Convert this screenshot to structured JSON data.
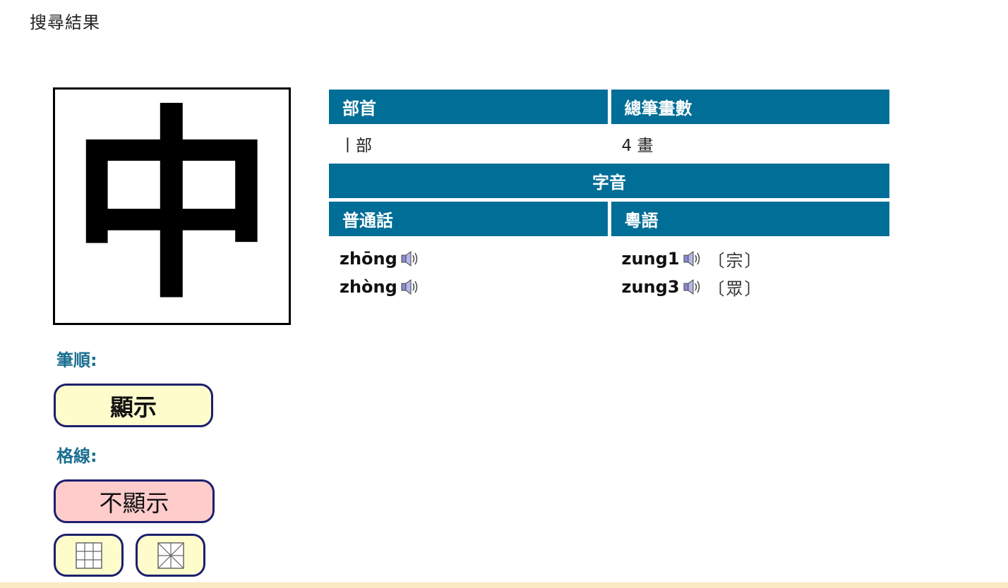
{
  "page": {
    "title": "搜尋結果",
    "accent_color": "#006e96",
    "label_color": "#1a6f90"
  },
  "character": {
    "glyph": "中"
  },
  "controls": {
    "stroke_order_label": "筆順:",
    "show_button_label": "顯示",
    "grid_label": "格線:",
    "hide_button_label": "不顯示",
    "grid_buttons": [
      {
        "icon": "square-grid-icon"
      },
      {
        "icon": "diagonal-grid-icon"
      }
    ]
  },
  "info": {
    "radical_header": "部首",
    "strokes_header": "總筆畫數",
    "radical_value": "丨部",
    "strokes_value": "4 畫",
    "pronunciation_header": "字音",
    "mandarin_header": "普通話",
    "cantonese_header": "粵語",
    "mandarin": [
      {
        "romanization": "zhōng",
        "icon": "speaker-icon"
      },
      {
        "romanization": "zhòng",
        "icon": "speaker-icon"
      }
    ],
    "cantonese": [
      {
        "romanization": "zung1",
        "homophone": "〔宗〕",
        "icon": "speaker-icon"
      },
      {
        "romanization": "zung3",
        "homophone": "〔眾〕",
        "icon": "speaker-icon"
      }
    ]
  }
}
